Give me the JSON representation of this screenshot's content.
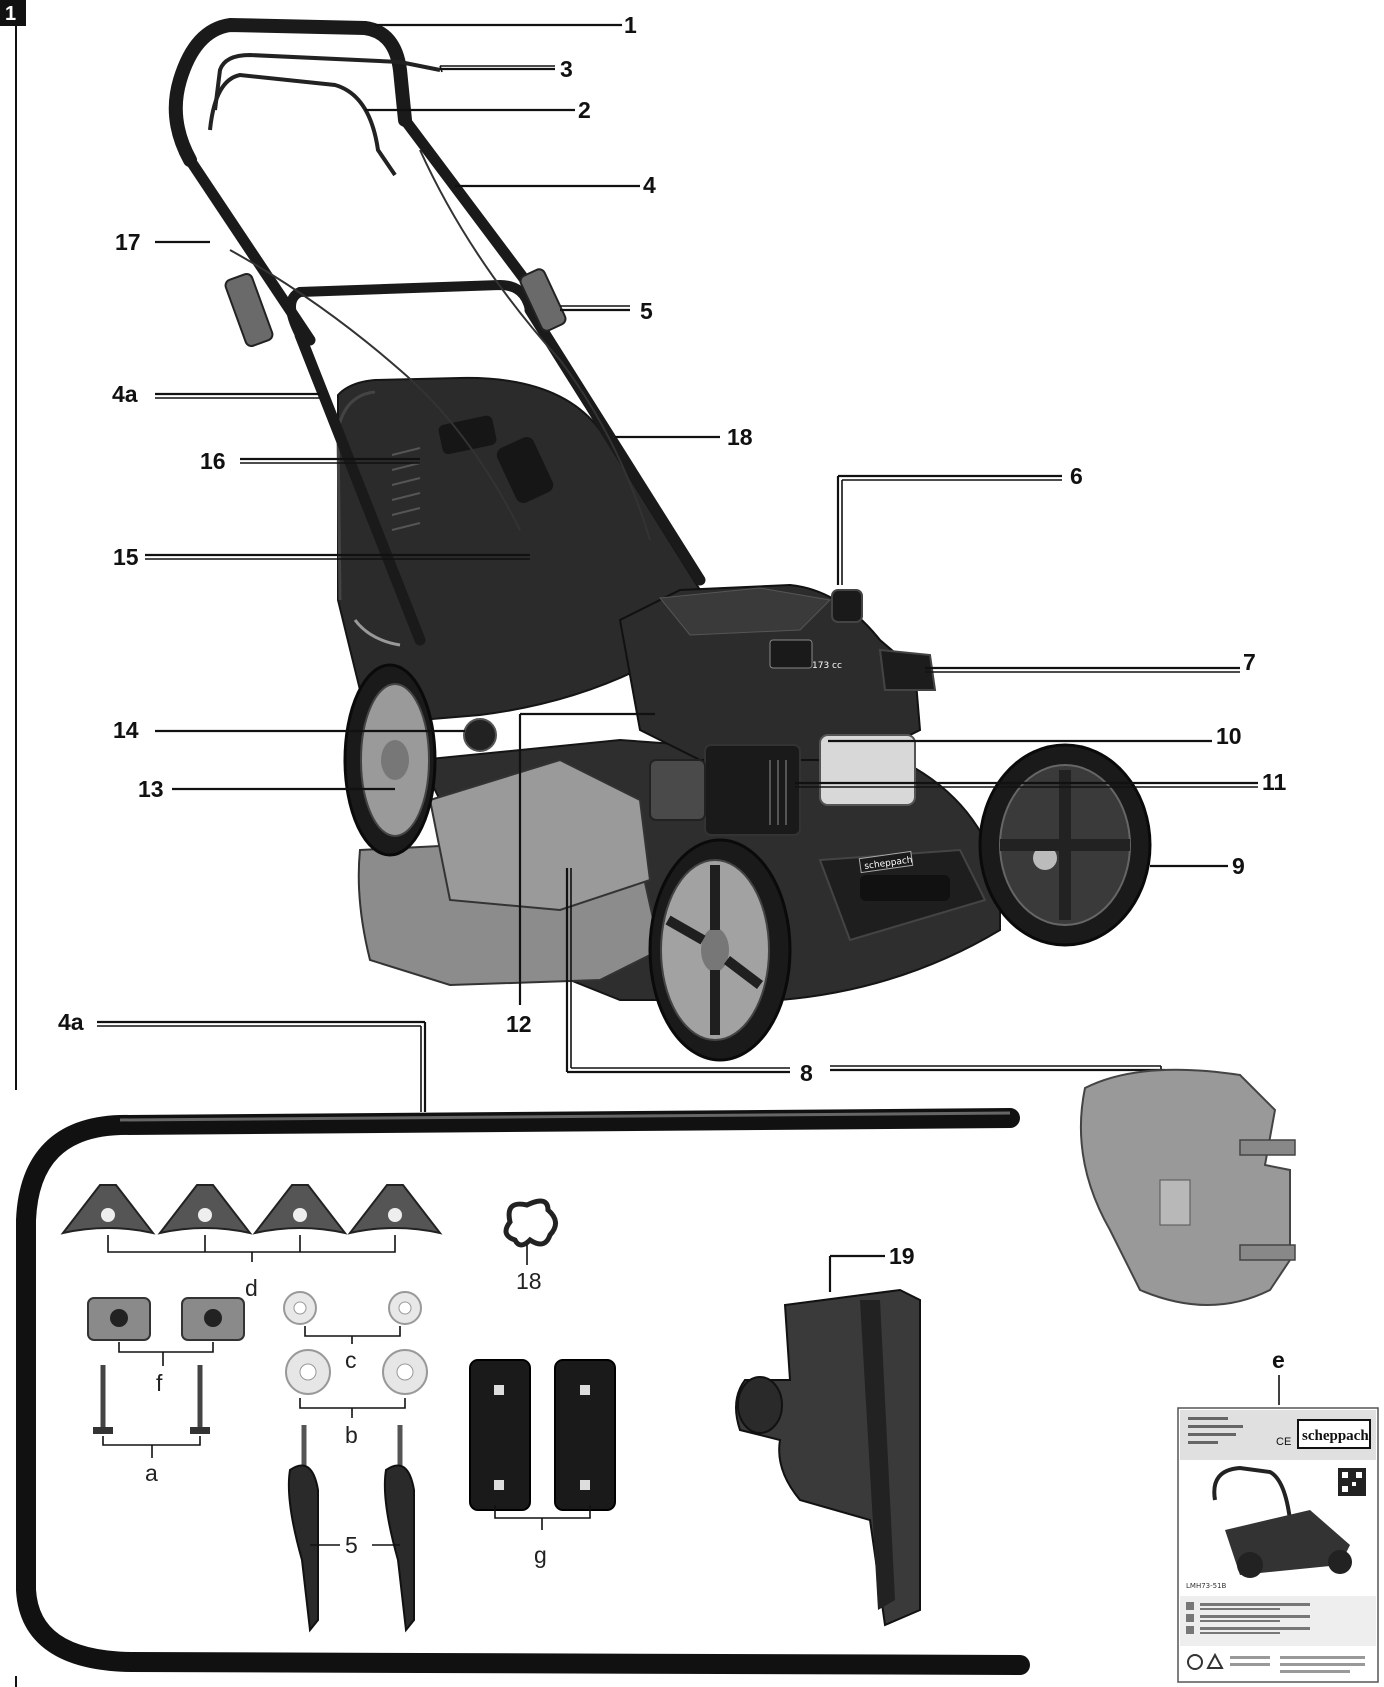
{
  "figure": {
    "number": "1",
    "callouts": {
      "c1": "1",
      "c2": "2",
      "c3": "3",
      "c4": "4",
      "c4a_top": "4a",
      "c5": "5",
      "c6": "6",
      "c7": "7",
      "c8": "8",
      "c9": "9",
      "c10": "10",
      "c11": "11",
      "c12": "12",
      "c13": "13",
      "c14": "14",
      "c15": "15",
      "c16": "16",
      "c17": "17",
      "c18": "18",
      "c4a_parts": "4a",
      "c19": "19"
    },
    "parts": {
      "a": "a",
      "b": "b",
      "c": "c",
      "d": "d",
      "e": "e",
      "f": "f",
      "g": "g",
      "p5": "5",
      "p18": "18"
    },
    "manual": {
      "brand": "scheppach",
      "model": "LMH73-51B",
      "ce": "CE"
    },
    "engine_badge": "173 cc",
    "mower_brand": "scheppach"
  }
}
